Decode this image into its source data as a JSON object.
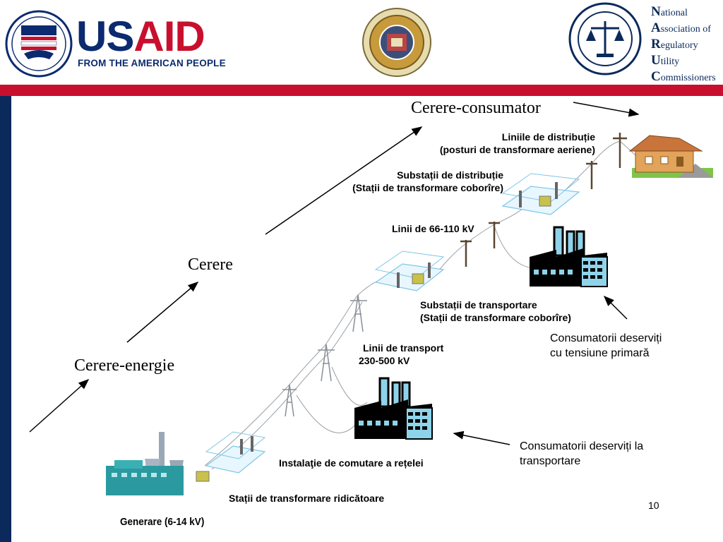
{
  "header": {
    "usaid_us": "US",
    "usaid_aid": "AID",
    "usaid_tagline": "FROM THE AMERICAN PEOPLE",
    "naruc_lines": [
      {
        "cap": "N",
        "rest": "ational"
      },
      {
        "cap": "A",
        "rest": "ssociation of"
      },
      {
        "cap": "R",
        "rest": "egulatory"
      },
      {
        "cap": "U",
        "rest": "tility"
      },
      {
        "cap": "C",
        "rest": "ommissioners"
      }
    ]
  },
  "demand": {
    "consumer": "Cerere-consumator",
    "demand": "Cerere",
    "energy": "Cerere-energie"
  },
  "labels": {
    "distribution_lines_1": "Liniile de distribuție",
    "distribution_lines_2": "(posturi de transformare aeriene)",
    "distribution_substations_1": "Substații de distribuție",
    "distribution_substations_2": "(Stații de transformare coborîre)",
    "lines_66_110": "Linii de 66-110 kV",
    "transmission_substations_1": "Substații de transportare",
    "transmission_substations_2": "(Stații de transformare coborîre)",
    "primary_consumers_1": "Consumatorii deserviți",
    "primary_consumers_2": "cu tensiune primară",
    "transmission_lines_1": "Linii de transport",
    "transmission_lines_2": "230-500 kV",
    "transmission_consumers_1": "Consumatorii deserviți la",
    "transmission_consumers_2": "transportare",
    "switching": "Instalaţie de comutare a rețelei",
    "step_up": "Stații de transformare ridicătoare",
    "generation": "Generare (6-14 kV)"
  },
  "page_number": "10",
  "colors": {
    "red_bar": "#c8102e",
    "navy_bar": "#0b2a5b",
    "factory_blue": "#8fd3ea",
    "substation_blue": "#7fc6e6",
    "house_orange": "#d98c3a"
  }
}
